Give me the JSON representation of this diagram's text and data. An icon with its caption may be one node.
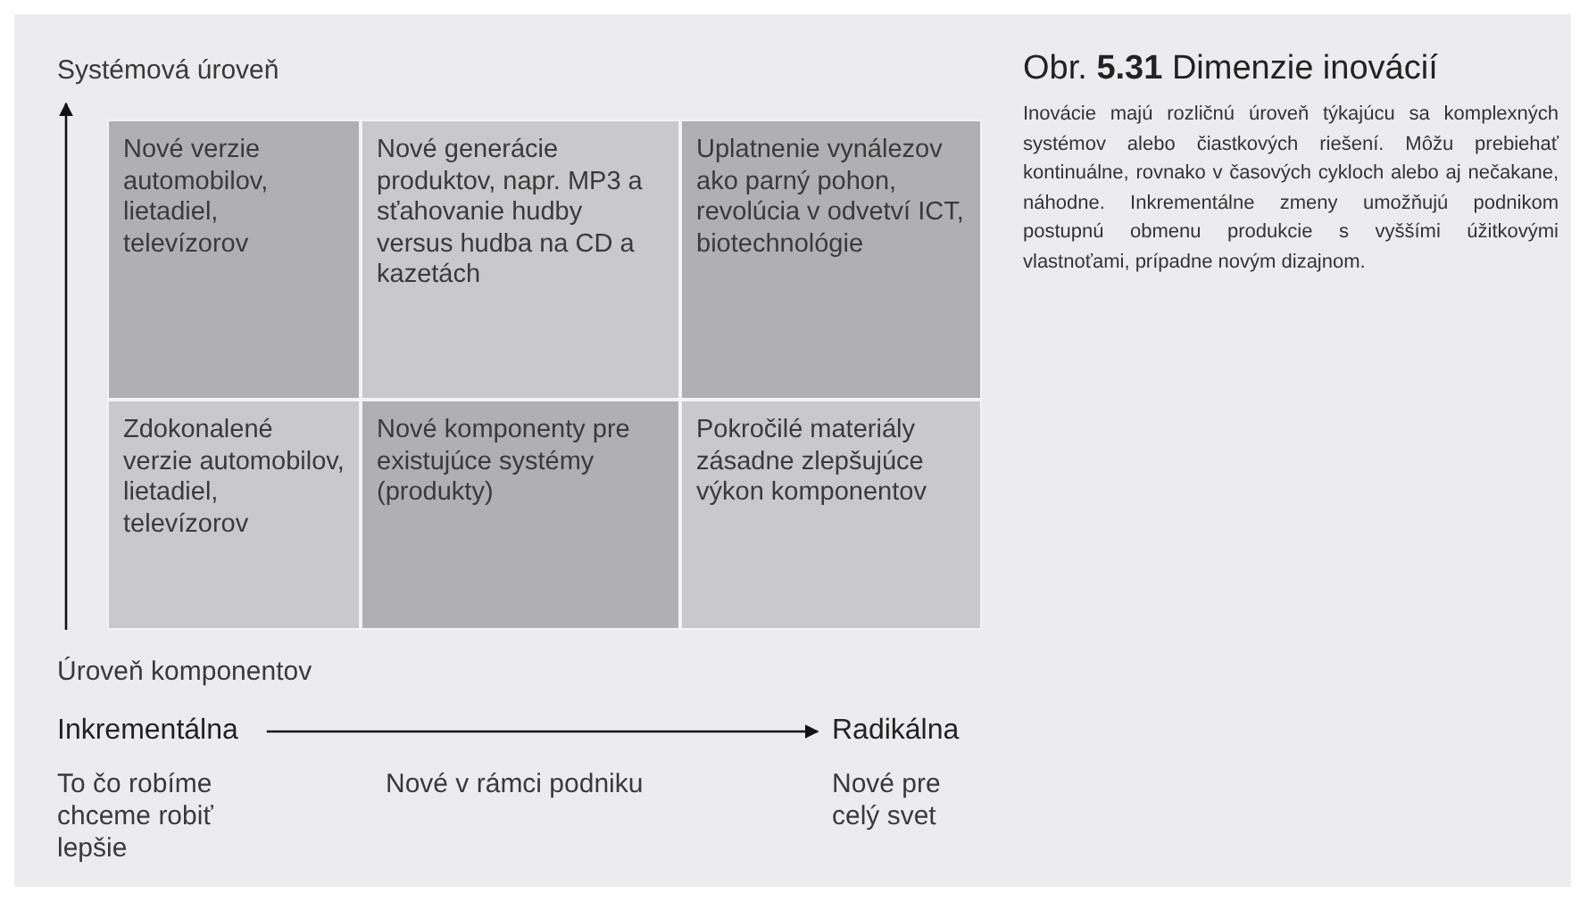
{
  "diagram": {
    "title": "Obr. **5.31** Dimenzie inovácií",
    "caption": "Inovácie majú rozličnú úroveň týkajúcu sa komplexných systémov alebo čiastkových riešení. Môžu prebiehať kontinuálne, rovnako v časových cykloch alebo aj nečakane, náhodne. Inkrementálne zmeny umožňujú podnikom postupnú obmenu produkcie s vyššími úžitkovými vlastnoťami, prípadne novým dizajnom.",
    "nodes": [
      {
        "text": [
          "Nové verzie automobilov, lietadiel, televízorov"
        ]
      },
      {
        "text": [
          "Nové generácie produktov, napr. MP3 a sťahovanie hudby versus hudba na CD a kazetách"
        ]
      },
      {
        "text": [
          "Uplatnenie vynálezov ako parný pohon, revolúcia v odvetví ICT, biotechnológie"
        ]
      },
      {
        "text": [
          "Zdokonalené verzie automobilov, lietadiel, televízorov"
        ]
      },
      {
        "text": [
          "Nové komponenty pre existujúce systémy (produkty)"
        ]
      },
      {
        "text": [
          "Pokročilé materiály zásadne zlepšujúce výkon komponentov"
        ]
      },
      {
        "text": [
          "Inkrementálna"
        ]
      },
      {
        "text": [
          "Radikálna"
        ]
      }
    ],
    "edges": [
      {
        "from": 6,
        "to": 7,
        "arrow": "to"
      }
    ],
    "labels": [
      "Systémová úroveň",
      "Úroveň komponentov",
      "To čo robíme chceme robiť lepšie",
      "Nové v rámci podniku",
      "Nové pre celý svet"
    ]
  }
}
